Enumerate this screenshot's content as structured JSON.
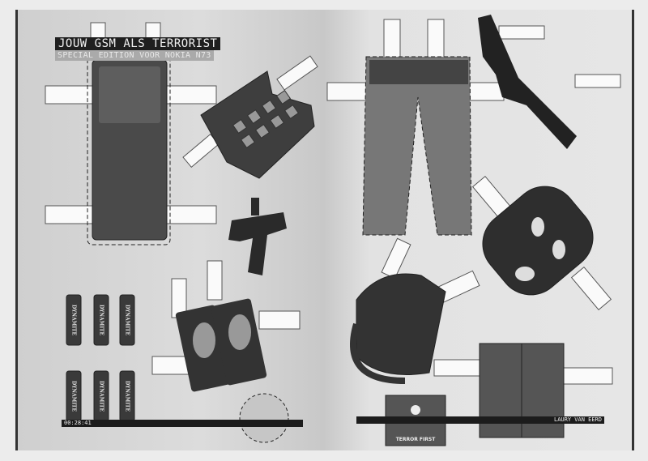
{
  "left_page": {
    "title": "JOUW GSM ALS TERRORIST",
    "subtitle": "SPECIAL EDITION VOOR NOKIA N73",
    "footer_code": "00:28:41",
    "dynamite_label": "DYNAMITE"
  },
  "right_page": {
    "author": "LAURY VAN EERD",
    "briefcase_label": "TERROR FIRST"
  }
}
